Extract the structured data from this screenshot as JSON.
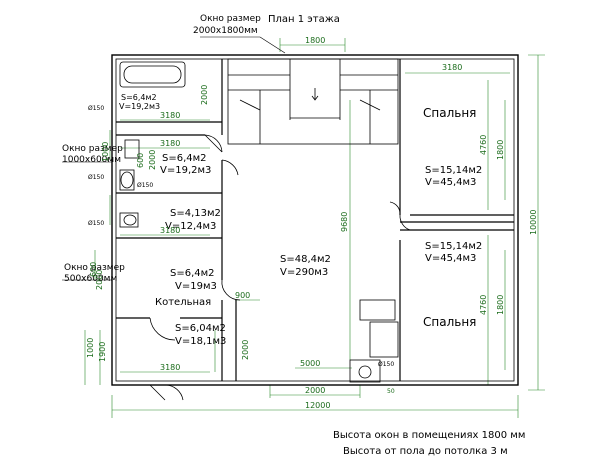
{
  "title": "План 1 этажа",
  "windows": {
    "top_label_1": "Окно размер",
    "top_label_2": "2000х1800мм",
    "left1_label_1": "Окно размер",
    "left1_label_2": "1000х600мм",
    "left2_label_1": "Окно размер",
    "left2_label_2": "500х600мм"
  },
  "rooms": {
    "bath": {
      "area": "S=6,4м2",
      "volume": "V=19,2м3"
    },
    "wc": {
      "area": "S=6,4м2",
      "volume": "V=19,2м3"
    },
    "small": {
      "area": "S=4,13м2",
      "volume": "V=12,4м3"
    },
    "boiler": {
      "area": "S=6,4м2",
      "volume": "V=19м3",
      "name": "Котельная"
    },
    "hall": {
      "area": "S=6,04м2",
      "volume": "V=18,1м3"
    },
    "living": {
      "area": "S=48,4м2",
      "volume": "V=290м3"
    },
    "bed1": {
      "area": "S=15,14м2",
      "volume": "V=45,4м3",
      "name": "Спальня"
    },
    "bed2": {
      "area": "S=15,14м2",
      "volume": "V=45,4м3",
      "name": "Спальня"
    }
  },
  "dims": {
    "d1800_top": "1800",
    "d3180_tr": "3180",
    "d3180_a": "3180",
    "d3180_b": "3180",
    "d3180_c": "3180",
    "d3180_bot": "3180",
    "d2000_a": "2000",
    "d2000_b": "2000",
    "d2000_c": "2000",
    "d2000_d": "2000",
    "d2000_bot": "2000",
    "d4760_a": "4760",
    "d4760_b": "4760",
    "d1800_r1": "1800",
    "d1800_r2": "1800",
    "d9680": "9680",
    "d10000": "10000",
    "d12000": "12000",
    "d5000": "5000",
    "d900": "900",
    "d1000": "1000",
    "d1900": "1900",
    "d600a": "600",
    "d600b": "600",
    "d1000b": "1000",
    "d_o150_1": "Ø150",
    "d_o150_2": "Ø150",
    "d_o150_3": "Ø150",
    "d_o150_4": "Ø150",
    "d_o150_5": "Ø150",
    "d50": "50"
  },
  "notes": {
    "line1": "Высота окон в помещениях 1800 мм",
    "line2": "Высота от пола до потолка 3 м"
  }
}
